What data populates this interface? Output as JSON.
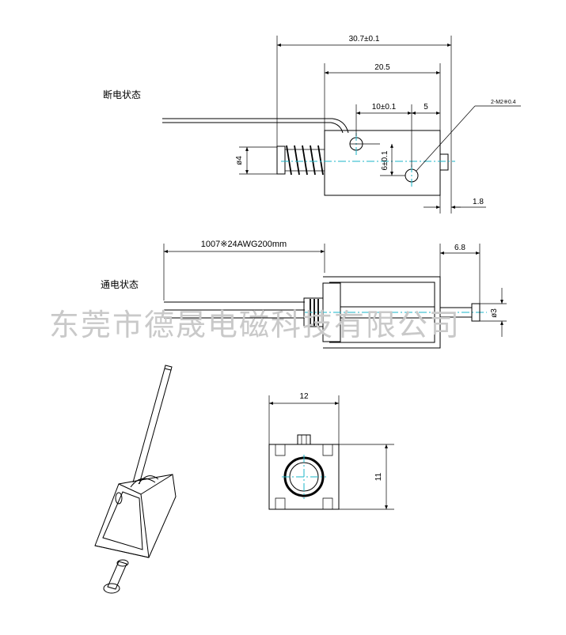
{
  "labels": {
    "power_off": "断电状态",
    "power_on": "通电状态",
    "watermark": "东莞市德晟电磁科技有限公司"
  },
  "dimensions": {
    "overall_length": "30.7±0.1",
    "body_length": "20.5",
    "hole_spacing": "10±0.1",
    "hole_edge": "5",
    "screw_holes": "2-M2※0.4",
    "plunger_dia": "ø4",
    "hole_vertical": "6±0.1",
    "rear_pin": "1.8",
    "lead_wire": "1007※24AWG200mm",
    "stroke": "6.8",
    "shaft_dia": "ø3",
    "width": "12",
    "height": "11"
  },
  "colors": {
    "line": "#000000",
    "center_line": "#19b6c8",
    "watermark": "#c9c9c9"
  }
}
